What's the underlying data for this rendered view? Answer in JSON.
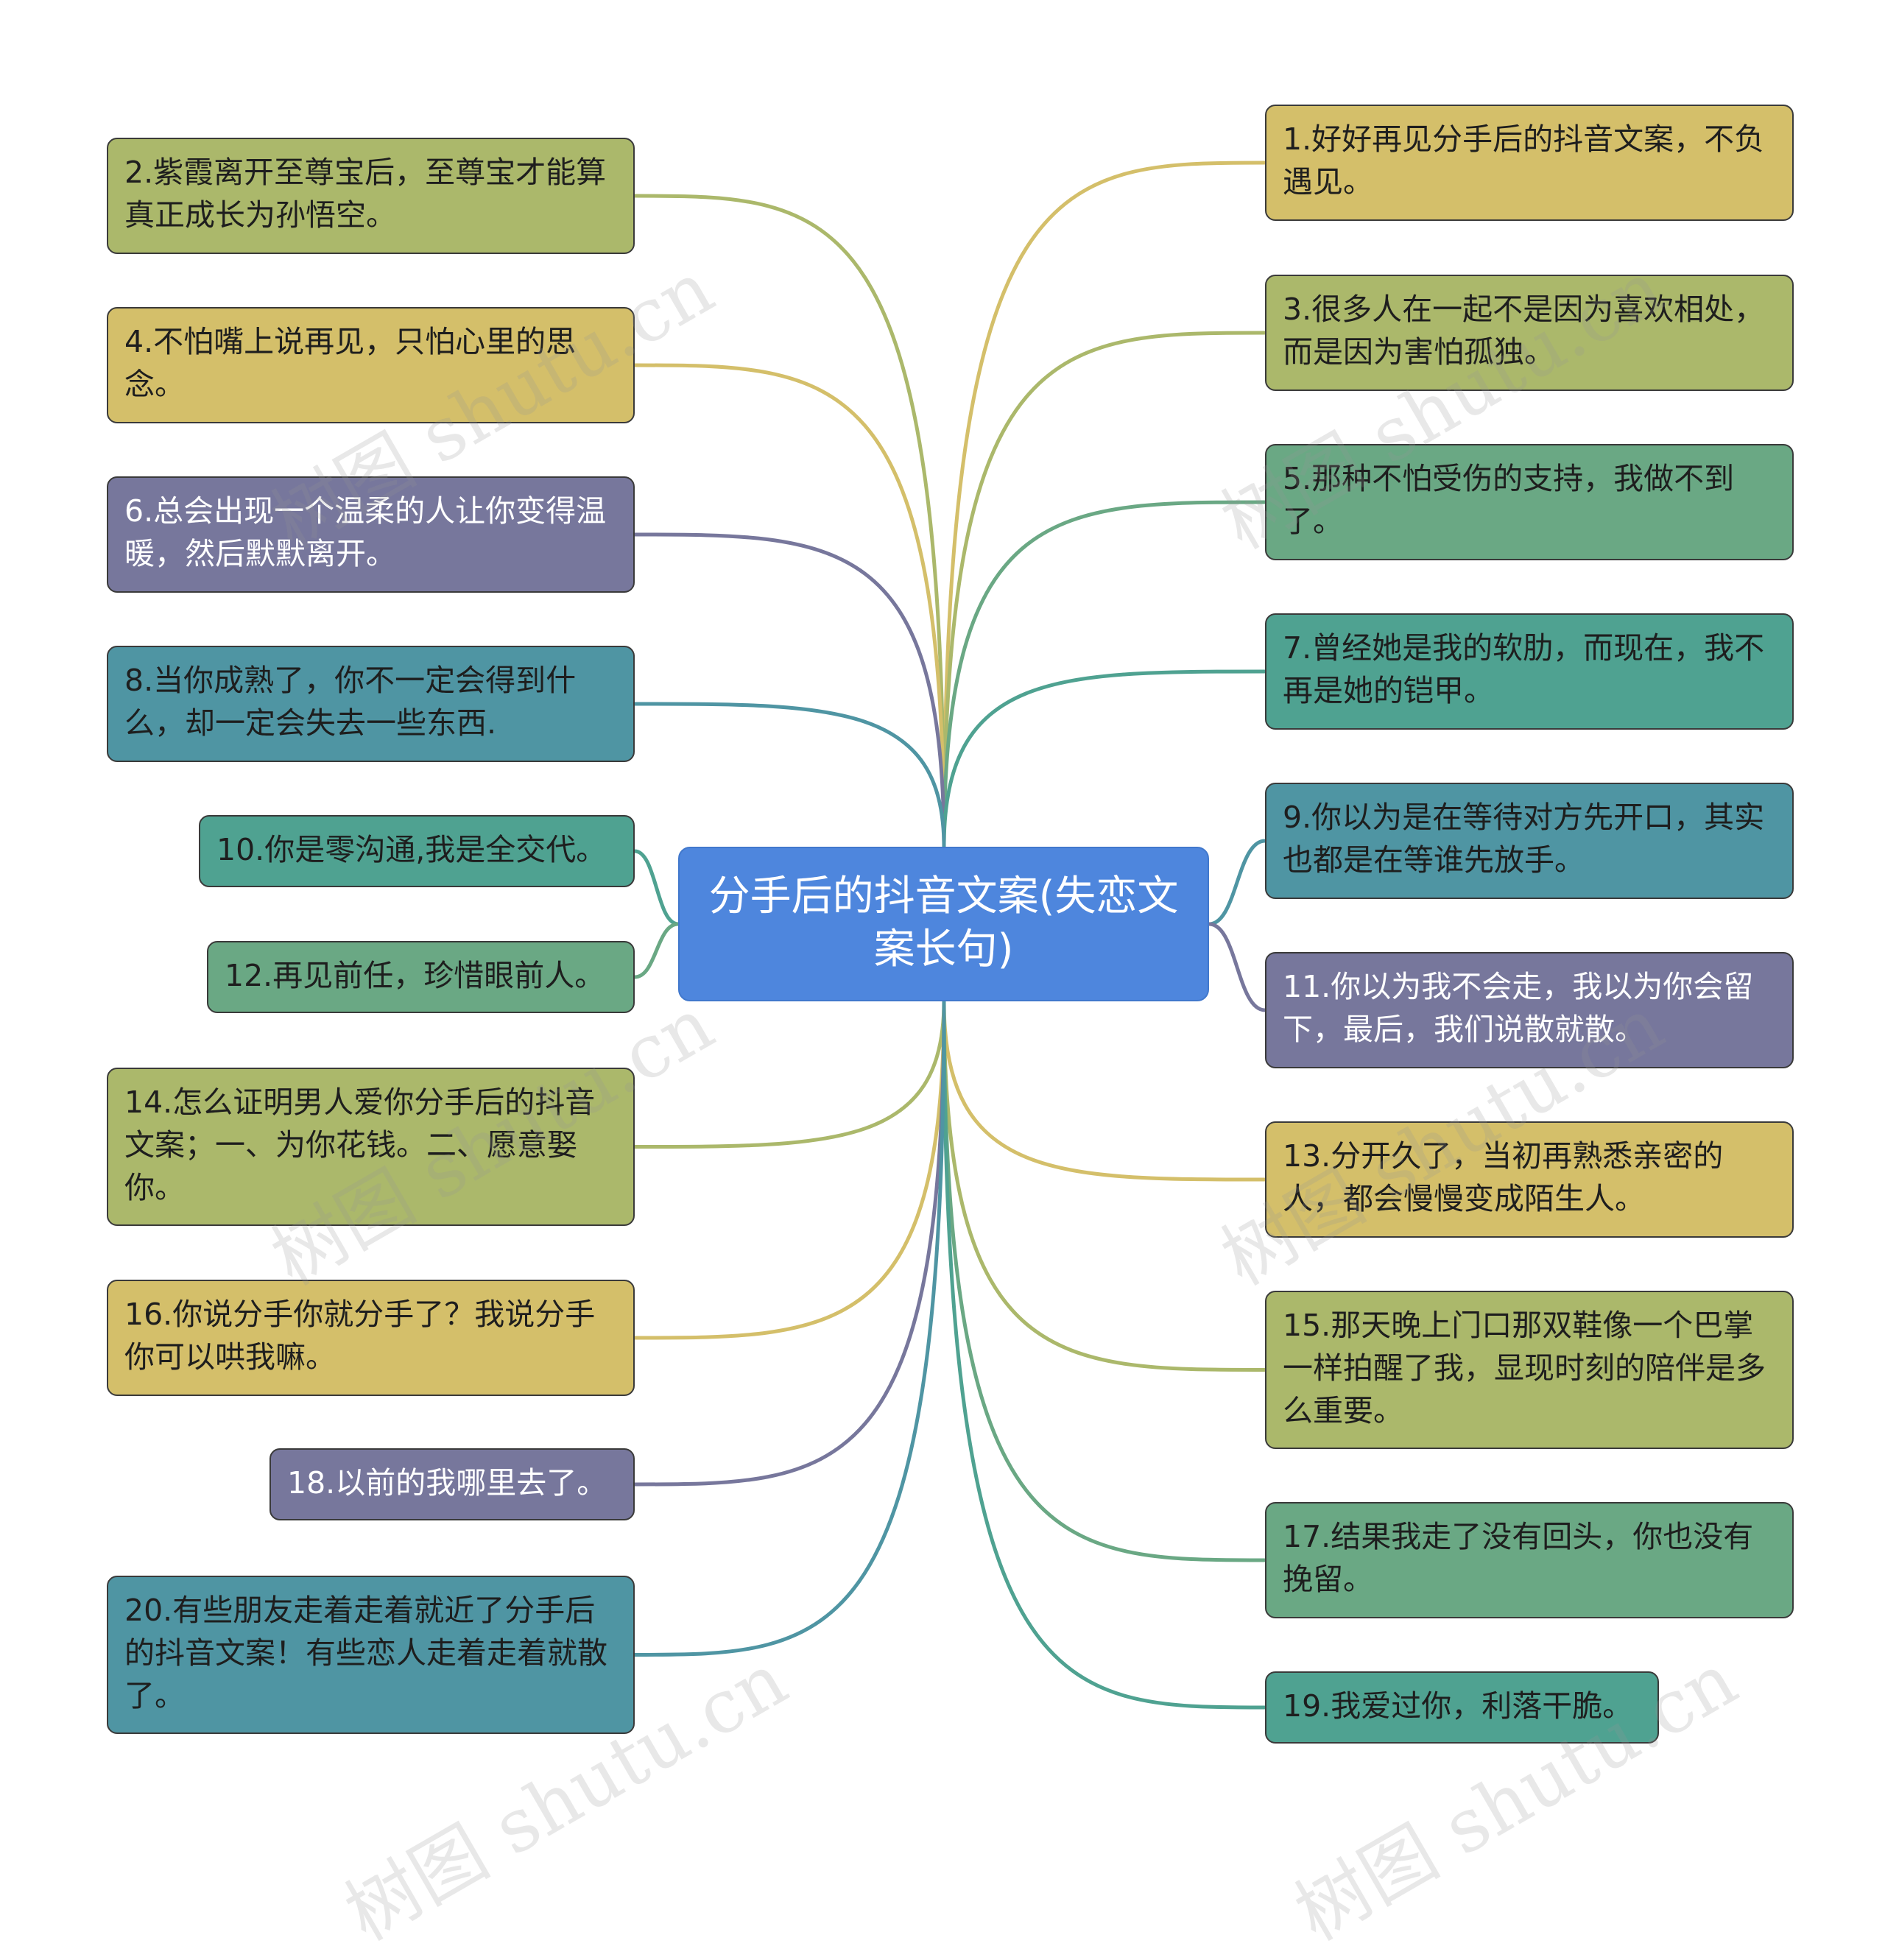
{
  "root": {
    "label": "分手后的抖音文案(失恋文案长句)"
  },
  "watermark": "树图 shutu.cn",
  "colors": {
    "yellow": "#d4bf6a",
    "olive": "#abb86b",
    "purple": "#77779c",
    "teal": "#4f95a3",
    "green": "#6aa884",
    "tealg": "#4fa291",
    "root": "#4e86dd"
  },
  "nodes": [
    {
      "id": "n1",
      "side": "right",
      "color": "yellow",
      "text": "1.好好再见分手后的抖音文案，不负遇见。"
    },
    {
      "id": "n2",
      "side": "left",
      "color": "olive",
      "text": "2.紫霞离开至尊宝后，至尊宝才能算真正成长为孙悟空。"
    },
    {
      "id": "n3",
      "side": "right",
      "color": "olive",
      "text": "3.很多人在一起不是因为喜欢相处，而是因为害怕孤独。"
    },
    {
      "id": "n4",
      "side": "left",
      "color": "yellow",
      "text": "4.不怕嘴上说再见，只怕心里的思念。"
    },
    {
      "id": "n5",
      "side": "right",
      "color": "green",
      "text": "5.那种不怕受伤的支持，我做不到了。"
    },
    {
      "id": "n6",
      "side": "left",
      "color": "purple",
      "text": "6.总会出现一个温柔的人让你变得温暖，然后默默离开。"
    },
    {
      "id": "n7",
      "side": "right",
      "color": "tealg",
      "text": "7.曾经她是我的软肋，而现在，我不再是她的铠甲。"
    },
    {
      "id": "n8",
      "side": "left",
      "color": "teal",
      "text": "8.当你成熟了，你不一定会得到什么，却一定会失去一些东西."
    },
    {
      "id": "n9",
      "side": "right",
      "color": "teal",
      "text": "9.你以为是在等待对方先开口，其实也都是在等谁先放手。"
    },
    {
      "id": "n10",
      "side": "left",
      "color": "tealg",
      "text": "10.你是零沟通,我是全交代。"
    },
    {
      "id": "n11",
      "side": "right",
      "color": "purple",
      "text": "11.你以为我不会走，我以为你会留下，最后，我们说散就散。"
    },
    {
      "id": "n12",
      "side": "left",
      "color": "green",
      "text": "12.再见前任，珍惜眼前人。"
    },
    {
      "id": "n13",
      "side": "right",
      "color": "yellow",
      "text": "13.分开久了，当初再熟悉亲密的人，都会慢慢变成陌生人。"
    },
    {
      "id": "n14",
      "side": "left",
      "color": "olive",
      "text": "14.怎么证明男人爱你分手后的抖音文案；一、为你花钱。二、愿意娶你。"
    },
    {
      "id": "n15",
      "side": "right",
      "color": "olive",
      "text": "15.那天晚上门口那双鞋像一个巴掌一样拍醒了我，显现时刻的陪伴是多么重要。"
    },
    {
      "id": "n16",
      "side": "left",
      "color": "yellow",
      "text": "16.你说分手你就分手了？我说分手你可以哄我嘛。"
    },
    {
      "id": "n17",
      "side": "right",
      "color": "green",
      "text": "17.结果我走了没有回头，你也没有挽留。"
    },
    {
      "id": "n18",
      "side": "left",
      "color": "purple",
      "text": "18.以前的我哪里去了。"
    },
    {
      "id": "n19",
      "side": "right",
      "color": "tealg",
      "text": "19.我爱过你，利落干脆。"
    },
    {
      "id": "n20",
      "side": "left",
      "color": "teal",
      "text": "20.有些朋友走着走着就近了分手后的抖音文案！有些恋人走着走着就散了。"
    }
  ]
}
